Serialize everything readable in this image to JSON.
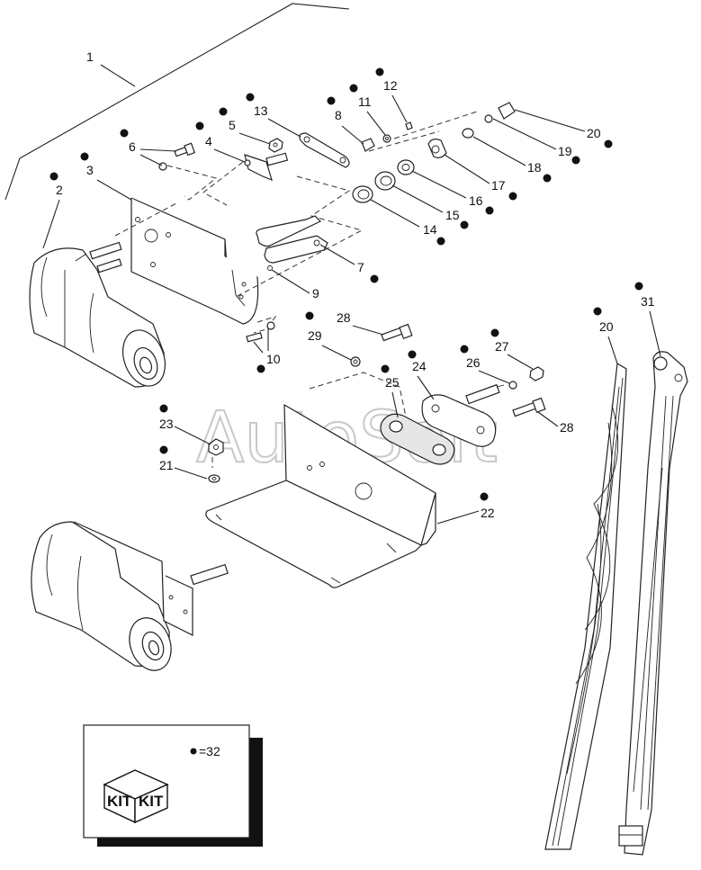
{
  "watermark": "AutoSoft",
  "legend": {
    "kit_label": "KIT",
    "kit_eq": "=32"
  },
  "callouts": [
    {
      "id": "c1",
      "text": "1",
      "dot": false
    },
    {
      "id": "c2",
      "text": "2",
      "dot": true
    },
    {
      "id": "c3",
      "text": "3",
      "dot": true
    },
    {
      "id": "c4",
      "text": "4",
      "dot": true
    },
    {
      "id": "c5",
      "text": "5",
      "dot": true
    },
    {
      "id": "c6",
      "text": "6",
      "dot": true
    },
    {
      "id": "c7",
      "text": "7",
      "dot": true
    },
    {
      "id": "c8",
      "text": "8",
      "dot": true
    },
    {
      "id": "c9",
      "text": "9",
      "dot": true
    },
    {
      "id": "c10",
      "text": "10",
      "dot": true
    },
    {
      "id": "c11",
      "text": "11",
      "dot": true
    },
    {
      "id": "c12",
      "text": "12",
      "dot": true
    },
    {
      "id": "c13",
      "text": "13",
      "dot": true
    },
    {
      "id": "c14",
      "text": "14",
      "dot": true
    },
    {
      "id": "c15",
      "text": "15",
      "dot": true
    },
    {
      "id": "c16",
      "text": "16",
      "dot": true
    },
    {
      "id": "c17",
      "text": "17",
      "dot": true
    },
    {
      "id": "c18",
      "text": "18",
      "dot": true
    },
    {
      "id": "c19",
      "text": "19",
      "dot": true
    },
    {
      "id": "c20a",
      "text": "20",
      "dot": true
    },
    {
      "id": "c20b",
      "text": "20",
      "dot": true
    },
    {
      "id": "c21",
      "text": "21",
      "dot": true
    },
    {
      "id": "c22",
      "text": "22",
      "dot": true
    },
    {
      "id": "c23",
      "text": "23",
      "dot": true
    },
    {
      "id": "c24",
      "text": "24",
      "dot": true
    },
    {
      "id": "c25",
      "text": "25",
      "dot": true
    },
    {
      "id": "c26",
      "text": "26",
      "dot": true
    },
    {
      "id": "c27",
      "text": "27",
      "dot": true
    },
    {
      "id": "c28a",
      "text": "28",
      "dot": false
    },
    {
      "id": "c28b",
      "text": "28",
      "dot": false
    },
    {
      "id": "c29",
      "text": "29",
      "dot": false
    },
    {
      "id": "c31",
      "text": "31",
      "dot": true
    }
  ]
}
